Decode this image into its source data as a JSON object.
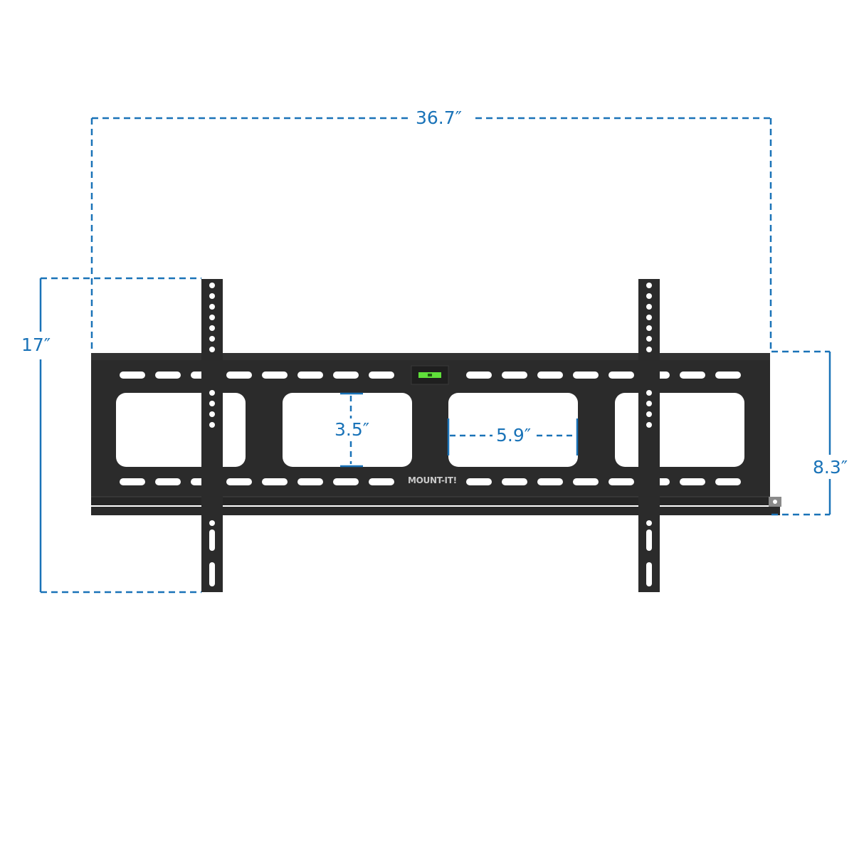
{
  "product": {
    "name": "TV wall mount bracket",
    "brand_label": "MOUNT-IT!",
    "colors": {
      "bracket": "#2b2b2b",
      "dimension_line": "#1a73b8",
      "level_bubble": "#5fe03a",
      "background": "#ffffff"
    }
  },
  "dimensions": {
    "overall_width": {
      "label": "36.7″",
      "description": "total width of wall plate"
    },
    "overall_height": {
      "label": "17″",
      "description": "height of vertical TV arms"
    },
    "plate_height": {
      "label": "8.3″",
      "description": "height of wall plate"
    },
    "opening_height": {
      "label": "3.5″",
      "description": "height of cutout opening"
    },
    "opening_width": {
      "label": "5.9″",
      "description": "width of cutout opening"
    }
  }
}
